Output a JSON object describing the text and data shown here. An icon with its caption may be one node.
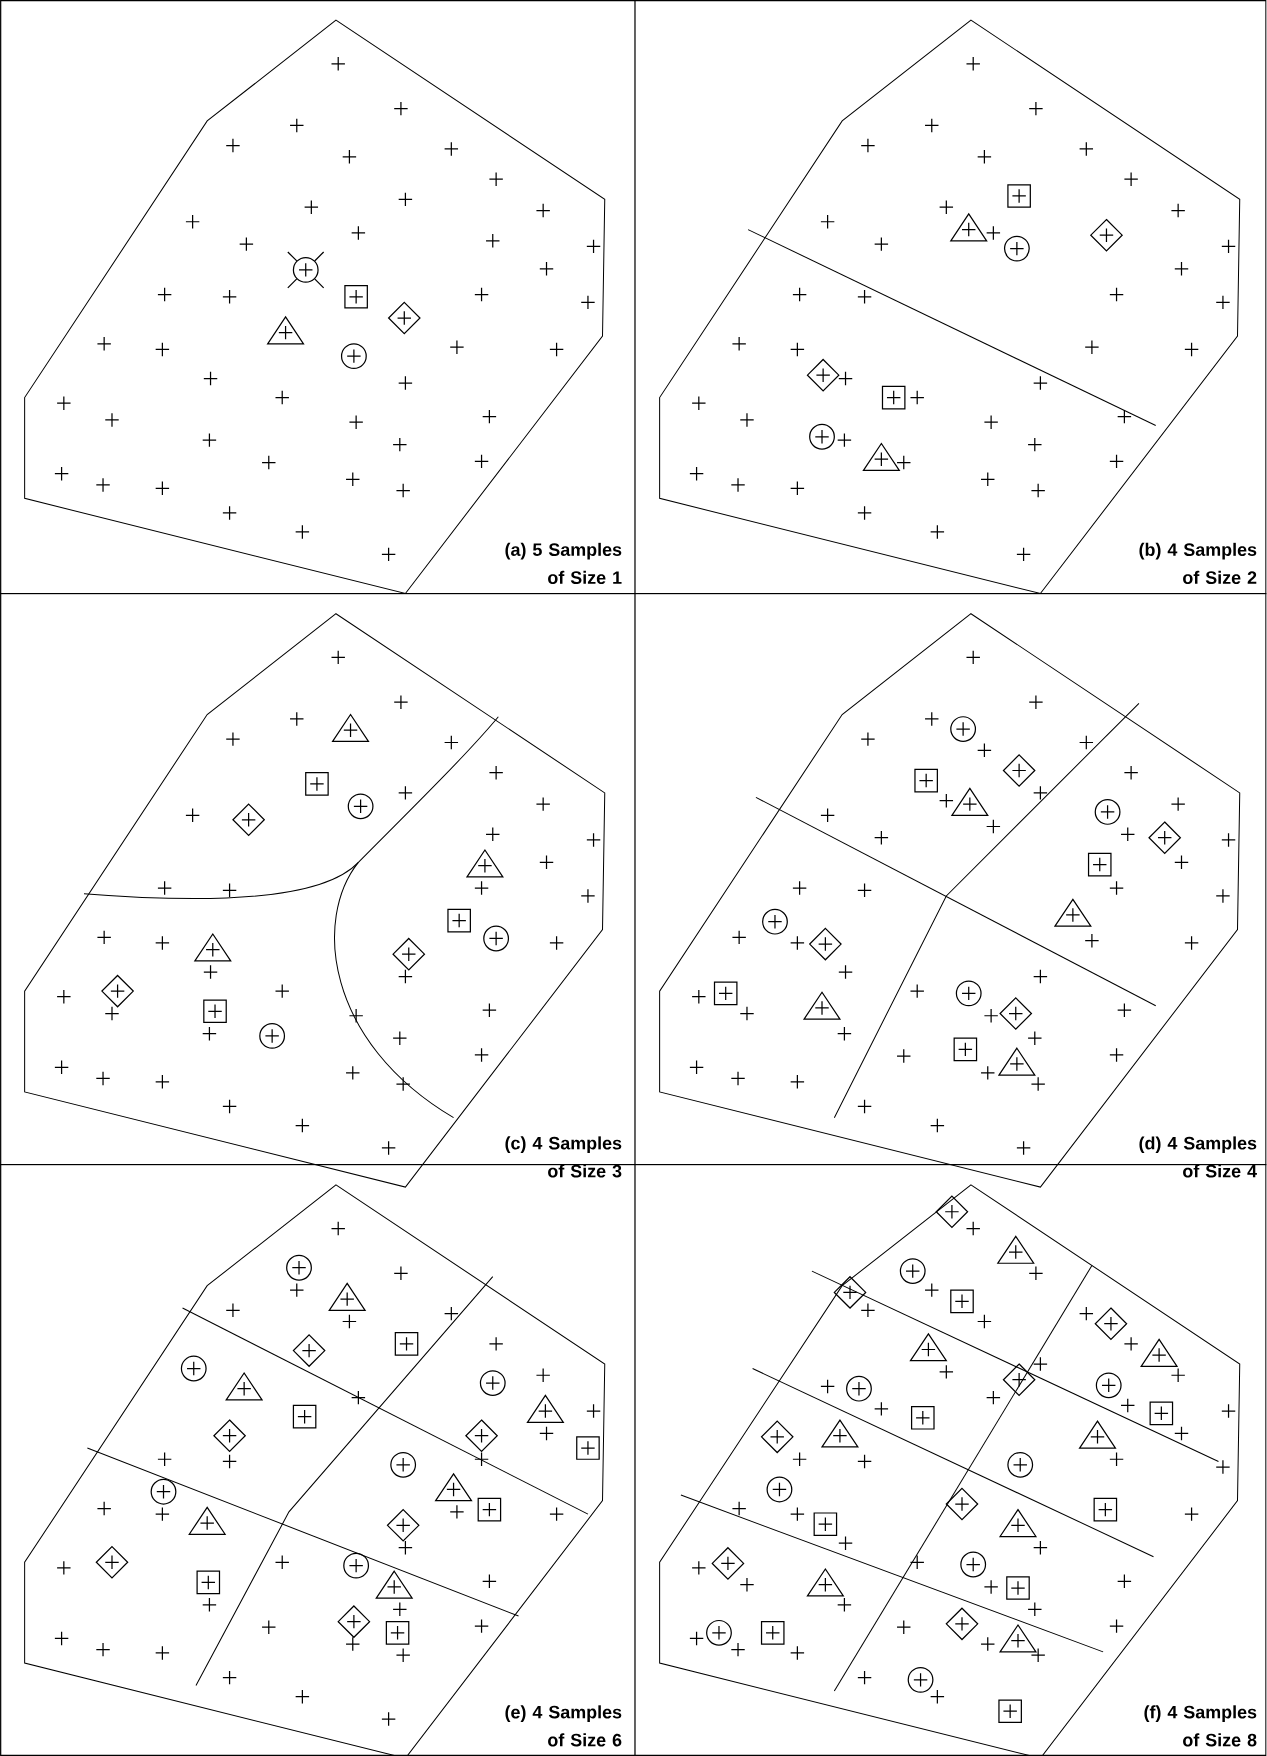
{
  "diagram": {
    "labels": [
      "(a) 5 Samples of Size 1",
      "(b) 4 Samples of Size 2",
      "(c) 4 Samples of Size 3",
      "(d) 4 Samples of Size 4",
      "(e) 4 Samples of Size 6",
      "(f) 4 Samples of Size 8"
    ]
  }
}
